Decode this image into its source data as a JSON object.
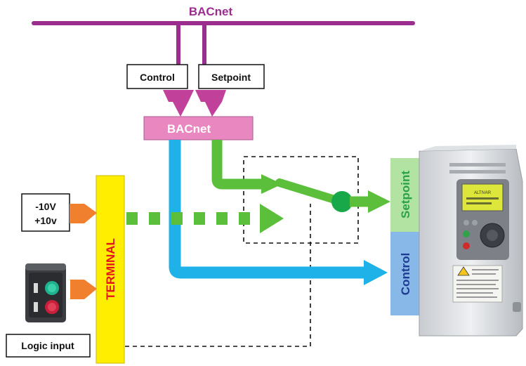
{
  "bus": {
    "label": "BACnet"
  },
  "inputs": {
    "control_label": "Control",
    "setpoint_label": "Setpoint"
  },
  "module": {
    "label": "BACnet"
  },
  "analog_input": {
    "line1": "-10V",
    "line2": "+10v"
  },
  "terminal": {
    "label": "TERMINAL"
  },
  "logic_input": {
    "label": "Logic input"
  },
  "drive": {
    "setpoint_label": "Setpoint",
    "control_label": "Control",
    "brand_text": "ALTIVAR"
  },
  "colors": {
    "bus_purple": "#9b2d8e",
    "module_pink": "#e887c0",
    "arrow_orange": "#f07f2e",
    "flow_green": "#5bbf3b",
    "junction_green": "#18a84a",
    "flow_blue": "#1fb2e8",
    "terminal_yellow": "#ffee00",
    "terminal_text_red": "#e3161a",
    "setpoint_box_green": "#b3e3a2",
    "control_box_blue": "#88b8e8",
    "text_dark_blue": "#1f3a93"
  }
}
